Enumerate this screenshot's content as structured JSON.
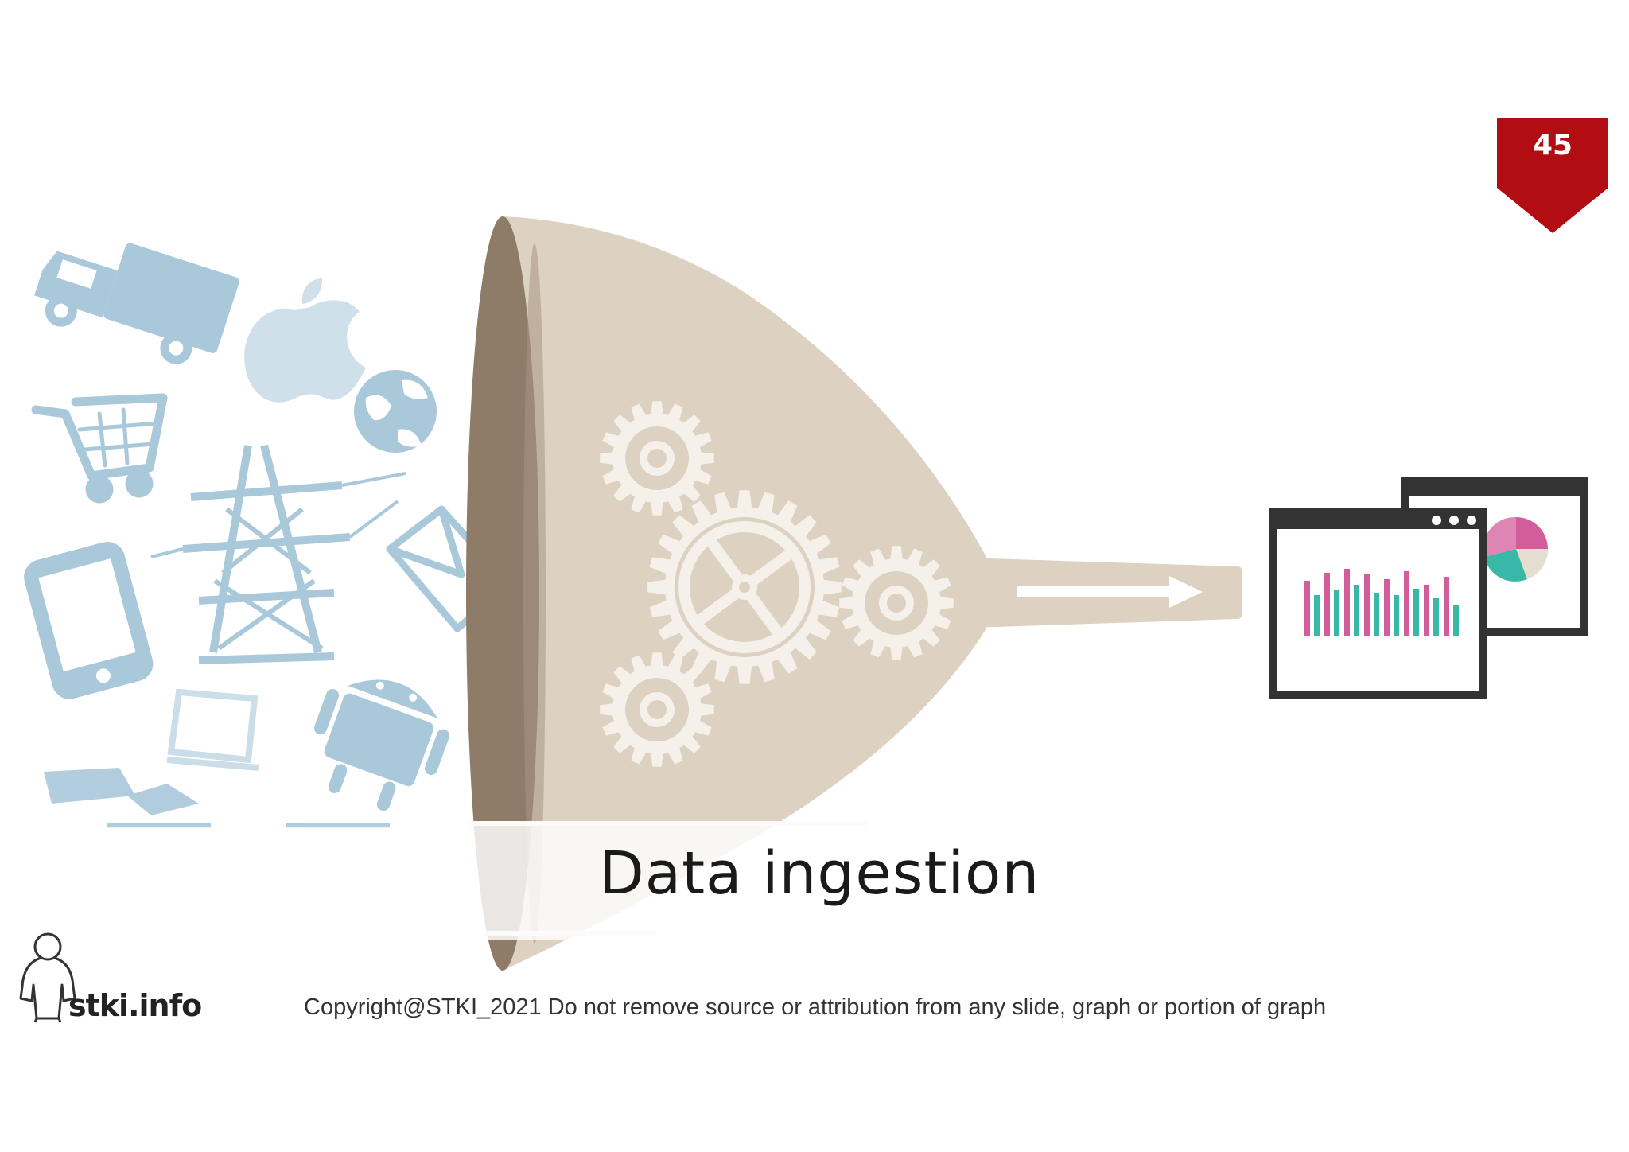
{
  "slide": {
    "page_number": "45",
    "title": "Data ingestion",
    "brand": "stki.info",
    "copyright": "Copyright@STKI_2021 Do not remove source or attribution from any slide, graph or portion of graph"
  },
  "colors": {
    "badge": "#b30d14",
    "source_icons": "#a9c8da",
    "funnel_body": "#ddd1c1",
    "funnel_rim": "#8e7b68",
    "gears": "#f5f0e9",
    "window_frame": "#333333",
    "bar_pink": "#d35c9b",
    "bar_teal": "#39b8a7"
  },
  "icons": [
    "truck-icon",
    "apple-icon",
    "globe-icon",
    "shopping-cart-icon",
    "power-tower-icon",
    "envelope-icon",
    "phone-icon",
    "laptop-icon",
    "android-icon",
    "gear-icon",
    "arrow-right-icon",
    "dashboard-window-icon",
    "pie-chart-icon",
    "bar-chart-icon",
    "person-logo-icon"
  ]
}
